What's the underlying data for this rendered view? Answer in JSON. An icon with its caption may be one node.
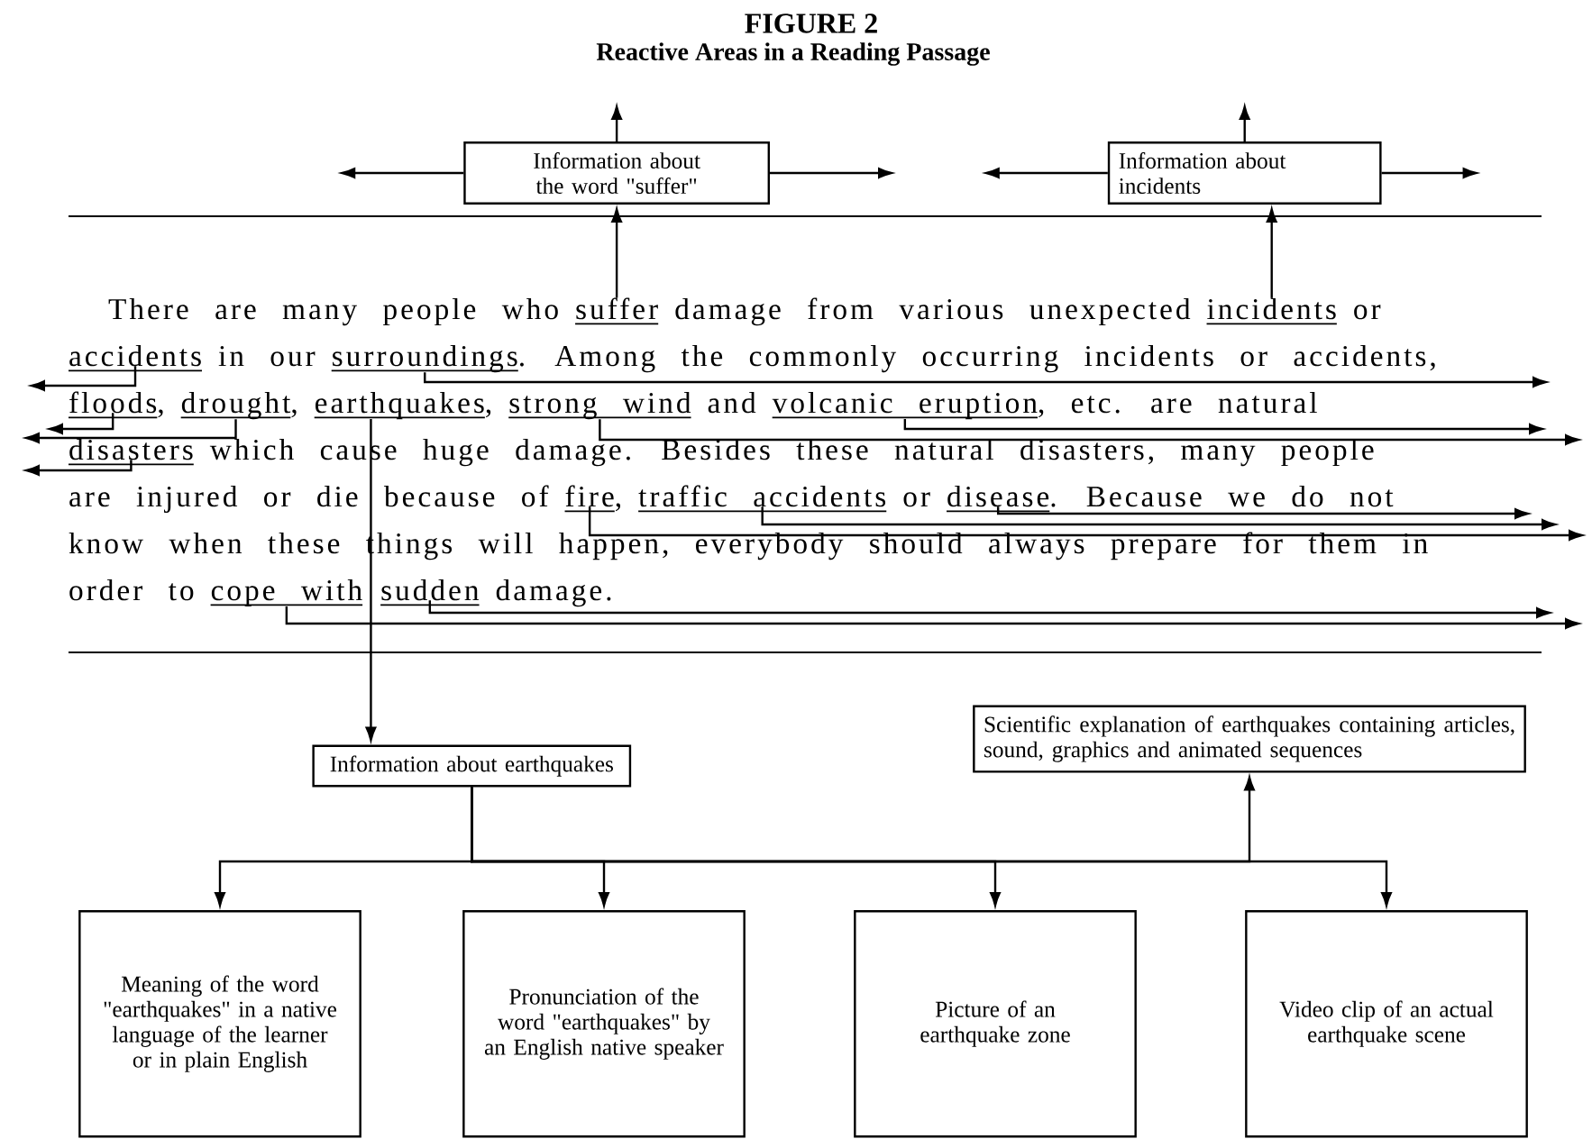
{
  "diagram": {
    "title": "FIGURE 2",
    "nodes": [
      {
        "text": [
          "Information about the word \"suffer\""
        ]
      },
      {
        "text": [
          "Information about incidents"
        ]
      },
      {
        "text": [
          "suffer"
        ]
      },
      {
        "text": [
          "incidents"
        ]
      },
      {
        "text": [
          "accidents"
        ]
      },
      {
        "text": [
          "surroundings"
        ]
      },
      {
        "text": [
          "floods"
        ]
      },
      {
        "text": [
          "drought"
        ]
      },
      {
        "text": [
          "earthquakes"
        ]
      },
      {
        "text": [
          "strong wind"
        ]
      },
      {
        "text": [
          "volcanic eruption"
        ]
      },
      {
        "text": [
          "disasters"
        ]
      },
      {
        "text": [
          "fire"
        ]
      },
      {
        "text": [
          "traffic accidents"
        ]
      },
      {
        "text": [
          "disease"
        ]
      },
      {
        "text": [
          "cope with"
        ]
      },
      {
        "text": [
          "sudden"
        ]
      },
      {
        "text": [
          "Information about earthquakes"
        ]
      },
      {
        "text": [
          "Scientific explanation of earthquakes containing articles, sound, graphics and animated sequences"
        ]
      },
      {
        "text": [
          "Meaning of the word \"earthquakes\" in a native language of the learner or in plain English"
        ]
      },
      {
        "text": [
          "Pronunciation of the word \"earthquakes\" by an English native speaker"
        ]
      },
      {
        "text": [
          "Picture of an earthquake zone"
        ]
      },
      {
        "text": [
          "Video clip of an actual earthquake scene"
        ]
      }
    ],
    "edges": [
      {
        "from": 2,
        "to": 0,
        "arrow": "to"
      },
      {
        "from": 0,
        "to": null,
        "arrow": "to"
      },
      {
        "from": 0,
        "to": null,
        "arrow": "to"
      },
      {
        "from": 0,
        "to": null,
        "arrow": "to"
      },
      {
        "from": 3,
        "to": 1,
        "arrow": "to"
      },
      {
        "from": 1,
        "to": null,
        "arrow": "to"
      },
      {
        "from": 1,
        "to": null,
        "arrow": "to"
      },
      {
        "from": 1,
        "to": null,
        "arrow": "to"
      },
      {
        "from": 4,
        "to": null,
        "arrow": "to"
      },
      {
        "from": 5,
        "to": null,
        "arrow": "to"
      },
      {
        "from": 6,
        "to": null,
        "arrow": "to"
      },
      {
        "from": 7,
        "to": null,
        "arrow": "to"
      },
      {
        "from": 8,
        "to": 17,
        "arrow": "to"
      },
      {
        "from": 9,
        "to": null,
        "arrow": "to"
      },
      {
        "from": 10,
        "to": null,
        "arrow": "to"
      },
      {
        "from": 11,
        "to": null,
        "arrow": "to"
      },
      {
        "from": 12,
        "to": null,
        "arrow": "to"
      },
      {
        "from": 13,
        "to": null,
        "arrow": "to"
      },
      {
        "from": 14,
        "to": null,
        "arrow": "to"
      },
      {
        "from": 15,
        "to": null,
        "arrow": "to"
      },
      {
        "from": 16,
        "to": null,
        "arrow": "to"
      },
      {
        "from": 17,
        "to": 18,
        "arrow": "to"
      },
      {
        "from": 17,
        "to": 19,
        "arrow": "to"
      },
      {
        "from": 17,
        "to": 20,
        "arrow": "to"
      },
      {
        "from": 17,
        "to": 21,
        "arrow": "to"
      },
      {
        "from": 17,
        "to": 22,
        "arrow": "to"
      }
    ],
    "labels": [
      "Reactive Areas in a Reading Passage",
      "There are many people who",
      "damage from various unexpected",
      "or",
      "in our",
      ". Among the commonly occurring incidents or accidents,",
      ",",
      ",",
      ",",
      "and",
      ", etc. are natural",
      "which cause huge damage. Besides these natural disasters, many people",
      "are injured or die because of",
      ",",
      "or",
      ". Because we do not",
      "know when these things will happen, everybody should always prepare for them in",
      "order to",
      "damage."
    ]
  }
}
